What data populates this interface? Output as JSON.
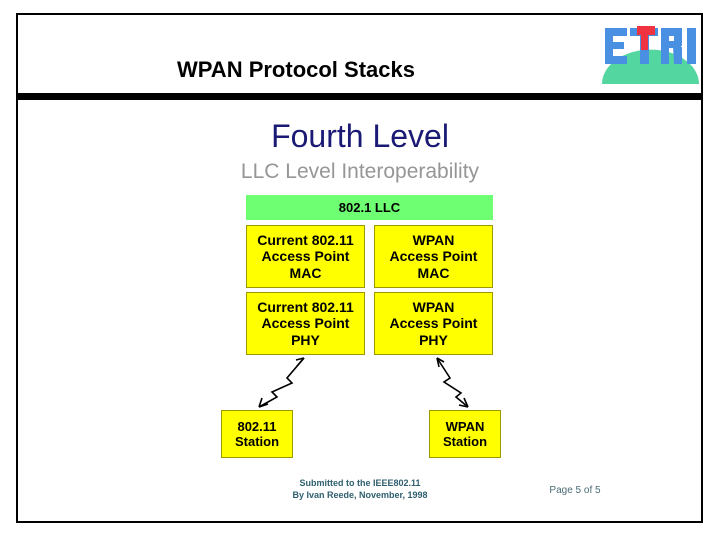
{
  "header": {
    "title": "WPAN Protocol Stacks",
    "logo": {
      "name": "etri-logo",
      "text": "ETRI",
      "letter_color": "#4a90e2",
      "accent_color": "#ef3340",
      "arc_color": "#54d6a0"
    }
  },
  "body": {
    "heading": "Fourth Level",
    "subheading": "LLC Level Interoperability",
    "heading_color": "#1a1a75",
    "subheading_color": "#969696"
  },
  "diagram": {
    "llc": {
      "label": "802.1 LLC",
      "fill": "#6eff73"
    },
    "ap_columns": [
      {
        "mac": [
          "Current 802.11",
          "Access Point",
          "MAC"
        ],
        "phy": [
          "Current 802.11",
          "Access Point",
          "PHY"
        ],
        "station": [
          "802.11",
          "Station"
        ]
      },
      {
        "mac": [
          "WPAN",
          "Access Point",
          "MAC"
        ],
        "phy": [
          "WPAN",
          "Access Point",
          "PHY"
        ],
        "station": [
          "WPAN",
          "Station"
        ]
      }
    ],
    "box_fill": "#ffff00",
    "box_border": "#9a9a00",
    "links": [
      {
        "name": "radio-link-80211",
        "style": "zigzag-double-arrow"
      },
      {
        "name": "radio-link-wpan",
        "style": "zigzag-double-arrow"
      }
    ]
  },
  "footer": {
    "note_line1": "Submitted to the IEEE802.11",
    "note_line2": "By Ivan Reede, November, 1998",
    "page": "Page 5 of 5"
  }
}
